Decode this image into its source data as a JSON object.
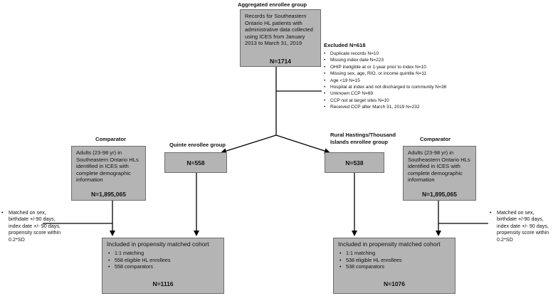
{
  "top": {
    "header": "Aggregated enrollee group",
    "text": "Records for Southeastern Ontario HL patients with administrative data collected using ICES from January 2013 to March 31, 2019",
    "n": "N=1714"
  },
  "excluded": {
    "title": "Excluded N=618",
    "items": [
      "Duplicate records N=10",
      "Missing index date N=223",
      "OHIP ineligible at or 1-year prior to index N=10",
      "Missing sex, age, RIO,  or  income quintile N=11",
      "Age <19 N=15",
      "Hospital at index and not discharged to community N=38",
      "Unknown CCP N=69",
      "CCP not at target sites N=10",
      "Received CCP after March 31, 2019 N=232"
    ]
  },
  "quinte": {
    "header": "Quinte enrollee group",
    "n": "N=558"
  },
  "rural": {
    "header": "Rural Hastings/Thousand\nIslands enrollee group",
    "n": "N=538"
  },
  "comparator_left": {
    "header": "Comparator",
    "text": "Adults (23-98 yr) in Southeastern Ontario HLs identified in ICES with complete demographic information",
    "n": "N=1,895,065"
  },
  "comparator_right": {
    "header": "Comparator",
    "text": "Adults (23-98 yr) in Southeastern Ontario HLs identified in ICES with complete demographic information",
    "n": "N=1,895,065"
  },
  "matching_left": [
    "Matched on sex, birthdate +/-90 days, index date +/- 90 days, propensity score within 0.2*SD"
  ],
  "matching_right": [
    "Matched on sex, birthdate +/-90 days, index date +/- 90 days, propensity score within 0.2*SD"
  ],
  "cohort_left": {
    "title": "Included in propensity matched cohort",
    "items": [
      "1:1 matching",
      "558 eligible HL enrollees",
      "558 comparators"
    ],
    "n": "N=1116"
  },
  "cohort_right": {
    "title": "Included in propensity matched cohort",
    "items": [
      "1:1 matching",
      "538 eligible HL enrollees",
      "538 comparators"
    ],
    "n": "N=1076"
  }
}
